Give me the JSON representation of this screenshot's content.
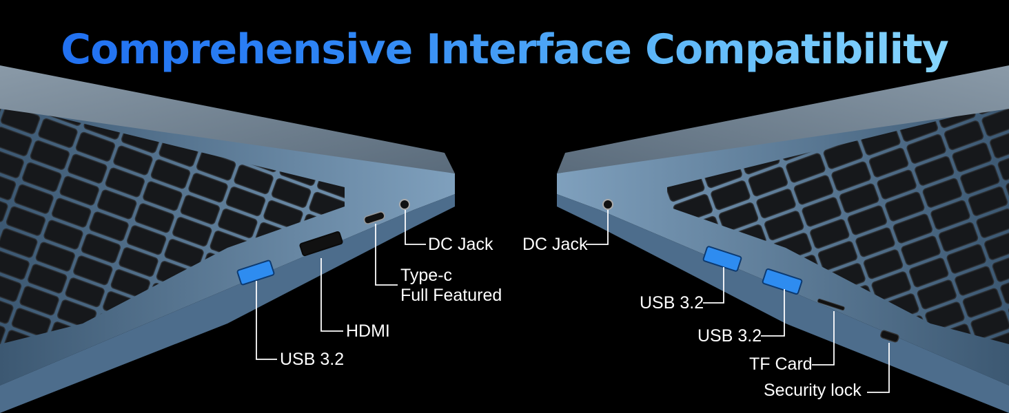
{
  "title": "Comprehensive Interface Compatibility",
  "colors": {
    "title_start": "#1e6cf0",
    "title_end": "#8fdcff",
    "laptop": "#6e8ba6",
    "keys": "#1b1d20"
  },
  "left_labels": {
    "dc_jack": "DC Jack",
    "type_c_line1": "Type-c",
    "type_c_line2": "Full Featured",
    "hdmi": "HDMI",
    "usb": "USB 3.2"
  },
  "right_labels": {
    "dc_jack": "DC Jack",
    "usb_top": "USB 3.2",
    "usb_bottom": "USB 3.2",
    "tf_card": "TF Card",
    "security_lock": "Security lock"
  }
}
